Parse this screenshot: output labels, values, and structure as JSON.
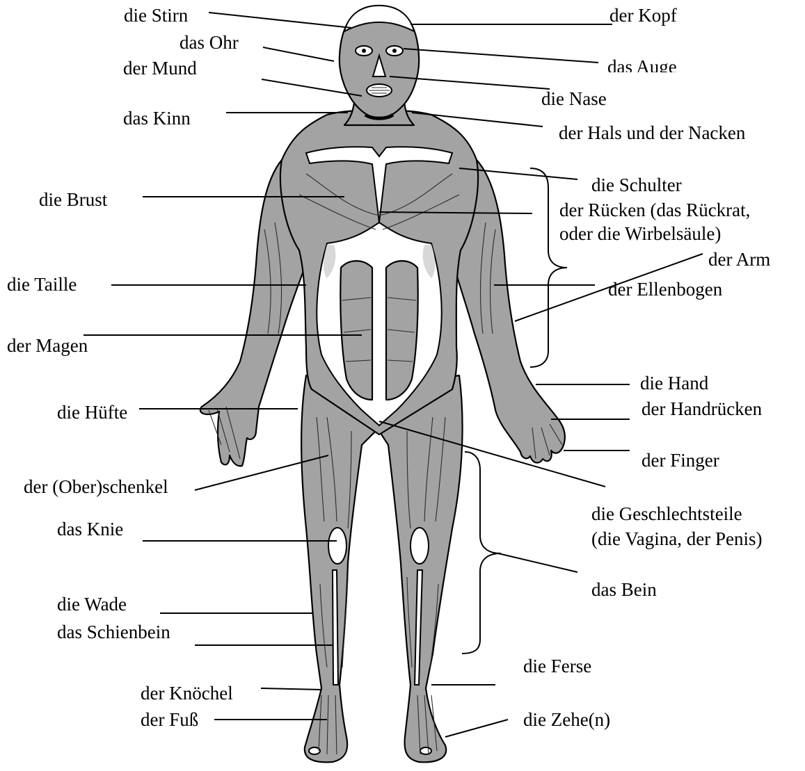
{
  "labels": {
    "stirn": "die Stirn",
    "kopf": "der Kopf",
    "ohr": "das Ohr",
    "auge": "das Auge",
    "mund": "der Mund",
    "nase": "die Nase",
    "kinn": "das Kinn",
    "hals": "der Hals und der Nacken",
    "schulter": "die Schulter",
    "brust": "die Brust",
    "ruecken_1": "der Rücken (das Rückrat,",
    "ruecken_2": "oder die Wirbelsäule)",
    "arm": "der Arm",
    "taille": "die Taille",
    "ellenbogen": "der Ellenbogen",
    "magen": "der Magen",
    "hand": "die Hand",
    "huefte": "die Hüfte",
    "handruecken": "der Handrücken",
    "finger": "der Finger",
    "oberschenkel": "der (Ober)schenkel",
    "geschlechtsteile_1": "die Geschlechtsteile",
    "geschlechtsteile_2": "(die Vagina, der Penis)",
    "knie": "das Knie",
    "bein": "das Bein",
    "wade": "die Wade",
    "schienbein": "das Schienbein",
    "ferse": "die Ferse",
    "knoechel": "der Knöchel",
    "fuss": "der Fuß",
    "zehe": "die Zehe(n)"
  },
  "colors": {
    "muscle": "#a3a3a3",
    "tendon": "#ffffff",
    "ink": "#000000"
  }
}
